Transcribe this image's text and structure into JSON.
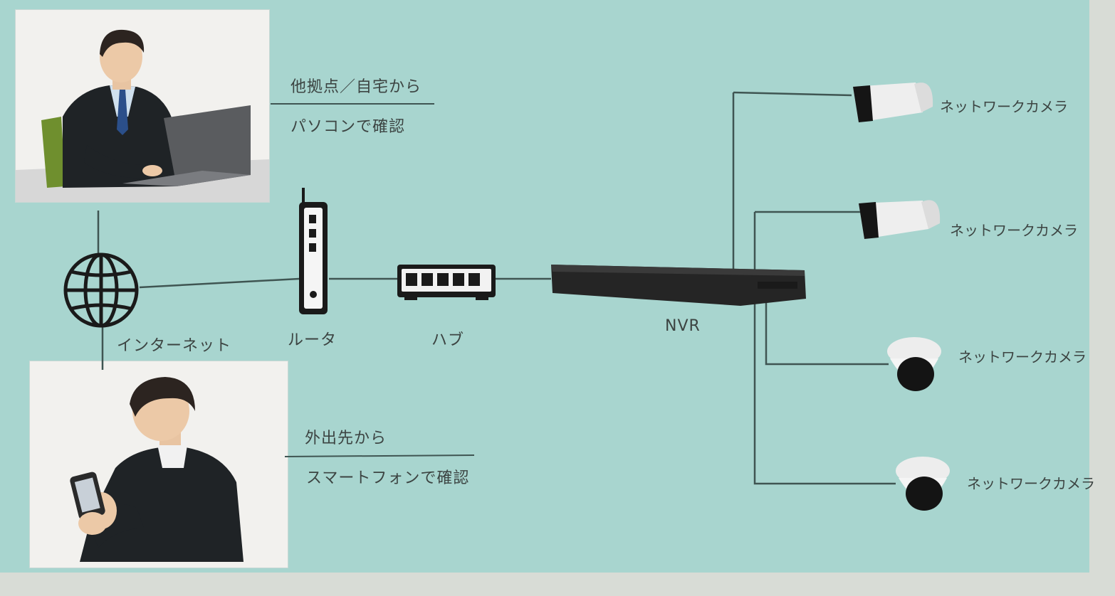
{
  "remote_pc": {
    "line1": "他拠点／自宅から",
    "line2": "パソコンで確認"
  },
  "remote_phone": {
    "line1": "外出先から",
    "line2": "スマートフォンで確認"
  },
  "devices": {
    "internet": "インターネット",
    "router": "ルータ",
    "hub": "ハブ",
    "nvr": "NVR"
  },
  "cameras": [
    {
      "label": "ネットワークカメラ",
      "type": "bullet"
    },
    {
      "label": "ネットワークカメラ",
      "type": "bullet"
    },
    {
      "label": "ネットワークカメラ",
      "type": "dome"
    },
    {
      "label": "ネットワークカメラ",
      "type": "dome"
    }
  ],
  "colors": {
    "background": "#a8d5cf",
    "line": "#3f5552",
    "device_dark": "#2a2a2a",
    "photo_bg": "#f2f1ee"
  },
  "icons": [
    "globe-icon",
    "router-icon",
    "hub-icon",
    "nvr-icon",
    "bullet-camera-icon",
    "dome-camera-icon",
    "businessman-laptop-illustration",
    "businessman-smartphone-illustration"
  ]
}
